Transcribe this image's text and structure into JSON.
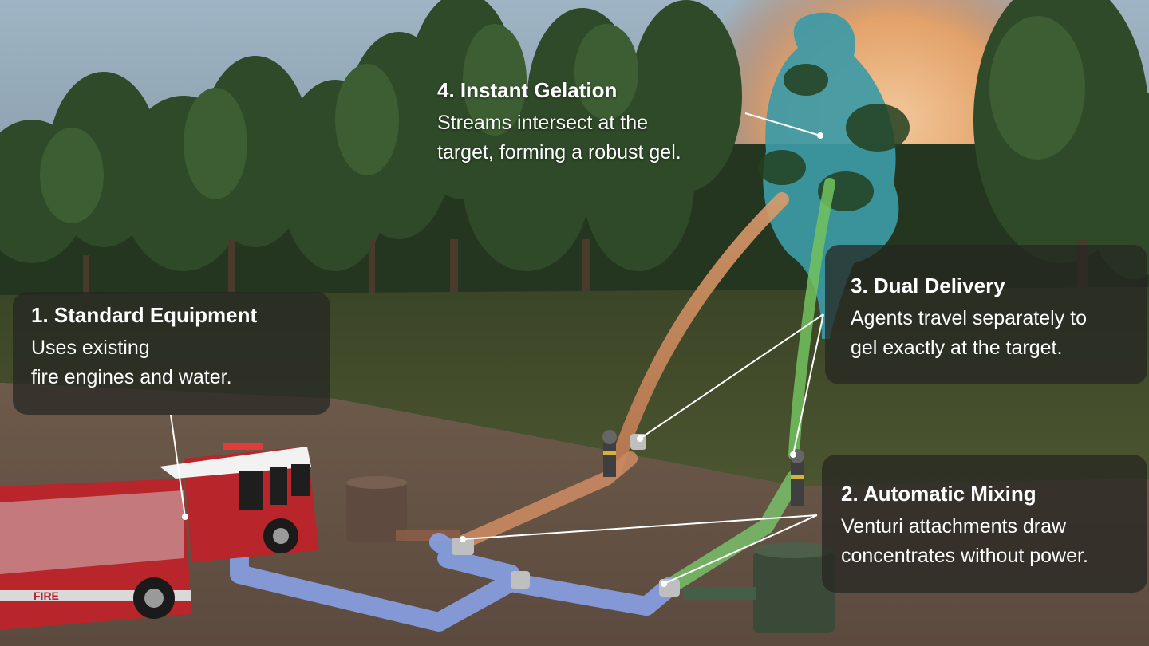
{
  "callouts": [
    {
      "id": "standard-equipment",
      "title": "1.  Standard Equipment",
      "body_line1": "Uses existing",
      "body_line2": "fire engines and water."
    },
    {
      "id": "automatic-mixing",
      "title": "2. Automatic Mixing",
      "body_line1": "Venturi attachments draw",
      "body_line2": "concentrates without power."
    },
    {
      "id": "dual-delivery",
      "title": "3. Dual Delivery",
      "body_line1": "Agents travel separately to",
      "body_line2": "gel exactly at the target."
    },
    {
      "id": "instant-gelation",
      "title": "4. Instant Gelation",
      "body_line1": "Streams intersect at the",
      "body_line2": "target, forming a robust gel."
    }
  ],
  "truck_label": "FIRE",
  "colors": {
    "sky": "#8fa6b6",
    "grass": "#3f4a2a",
    "dirt": "#6a5748",
    "water_hose": "#7f9be0",
    "orange_stream": "#c9885f",
    "green_stream": "#6fbf62",
    "gel_blob": "#3f9aa6",
    "truck_red": "#b8252a",
    "fire_glow": "#e8b07a",
    "callout_bg": "rgba(38,38,34,0.74)"
  }
}
